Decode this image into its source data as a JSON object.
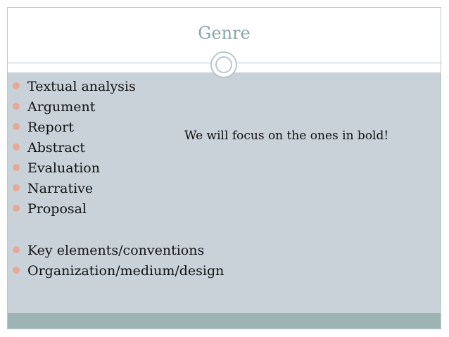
{
  "slide": {
    "title": "Genre",
    "note": "We will focus on the ones in bold!",
    "bullets_group1": [
      "Textual analysis",
      "Argument",
      "Report",
      "Abstract",
      "Evaluation",
      "Narrative",
      "Proposal"
    ],
    "bullets_group2": [
      "Key elements/conventions",
      "Organization/medium/design"
    ]
  },
  "colors": {
    "title": "#8ba3ab",
    "content_background": "#c8d2d8",
    "footer_bar": "#9eb4b4",
    "bullet": "#e8a898",
    "border": "#b9c7cc"
  }
}
